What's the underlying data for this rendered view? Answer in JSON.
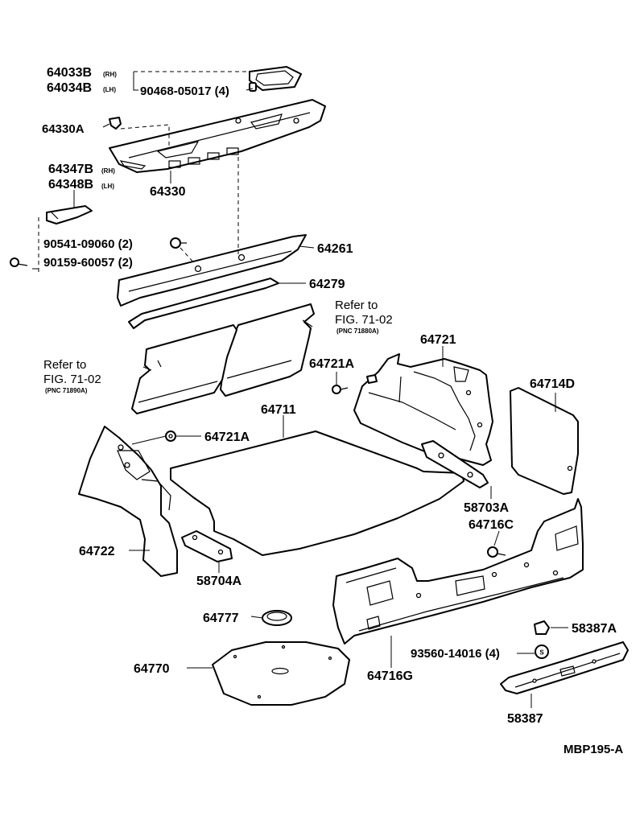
{
  "diagram_id": "MBP195-A",
  "labels": {
    "p64033B": "64033B",
    "p64033B_side": "(RH)",
    "p64034B": "64034B",
    "p64034B_side": "(LH)",
    "p90468": "90468-05017 (4)",
    "p64330A": "64330A",
    "p64347B": "64347B",
    "p64347B_side": "(RH)",
    "p64348B": "64348B",
    "p64348B_side": "(LH)",
    "p64330": "64330",
    "p90541": "90541-09060 (2)",
    "p90159": "90159-60057 (2)",
    "p64261": "64261",
    "p64279": "64279",
    "ref_right_1": "Refer to",
    "ref_right_2": "FIG. 71-02",
    "ref_right_3": "(PNC 71880A)",
    "ref_left_1": "Refer to",
    "ref_left_2": "FIG. 71-02",
    "ref_left_3": "(PNC 71890A)",
    "p64721": "64721",
    "p64721A_right": "64721A",
    "p64714D": "64714D",
    "p64711": "64711",
    "p64721A_left": "64721A",
    "p58703A": "58703A",
    "p64716C": "64716C",
    "p64722": "64722",
    "p58704A": "58704A",
    "p64777": "64777",
    "p58387A": "58387A",
    "p93560": "93560-14016 (4)",
    "p64770": "64770",
    "p64716G": "64716G",
    "p58387": "58387",
    "fastener_s": "S"
  }
}
